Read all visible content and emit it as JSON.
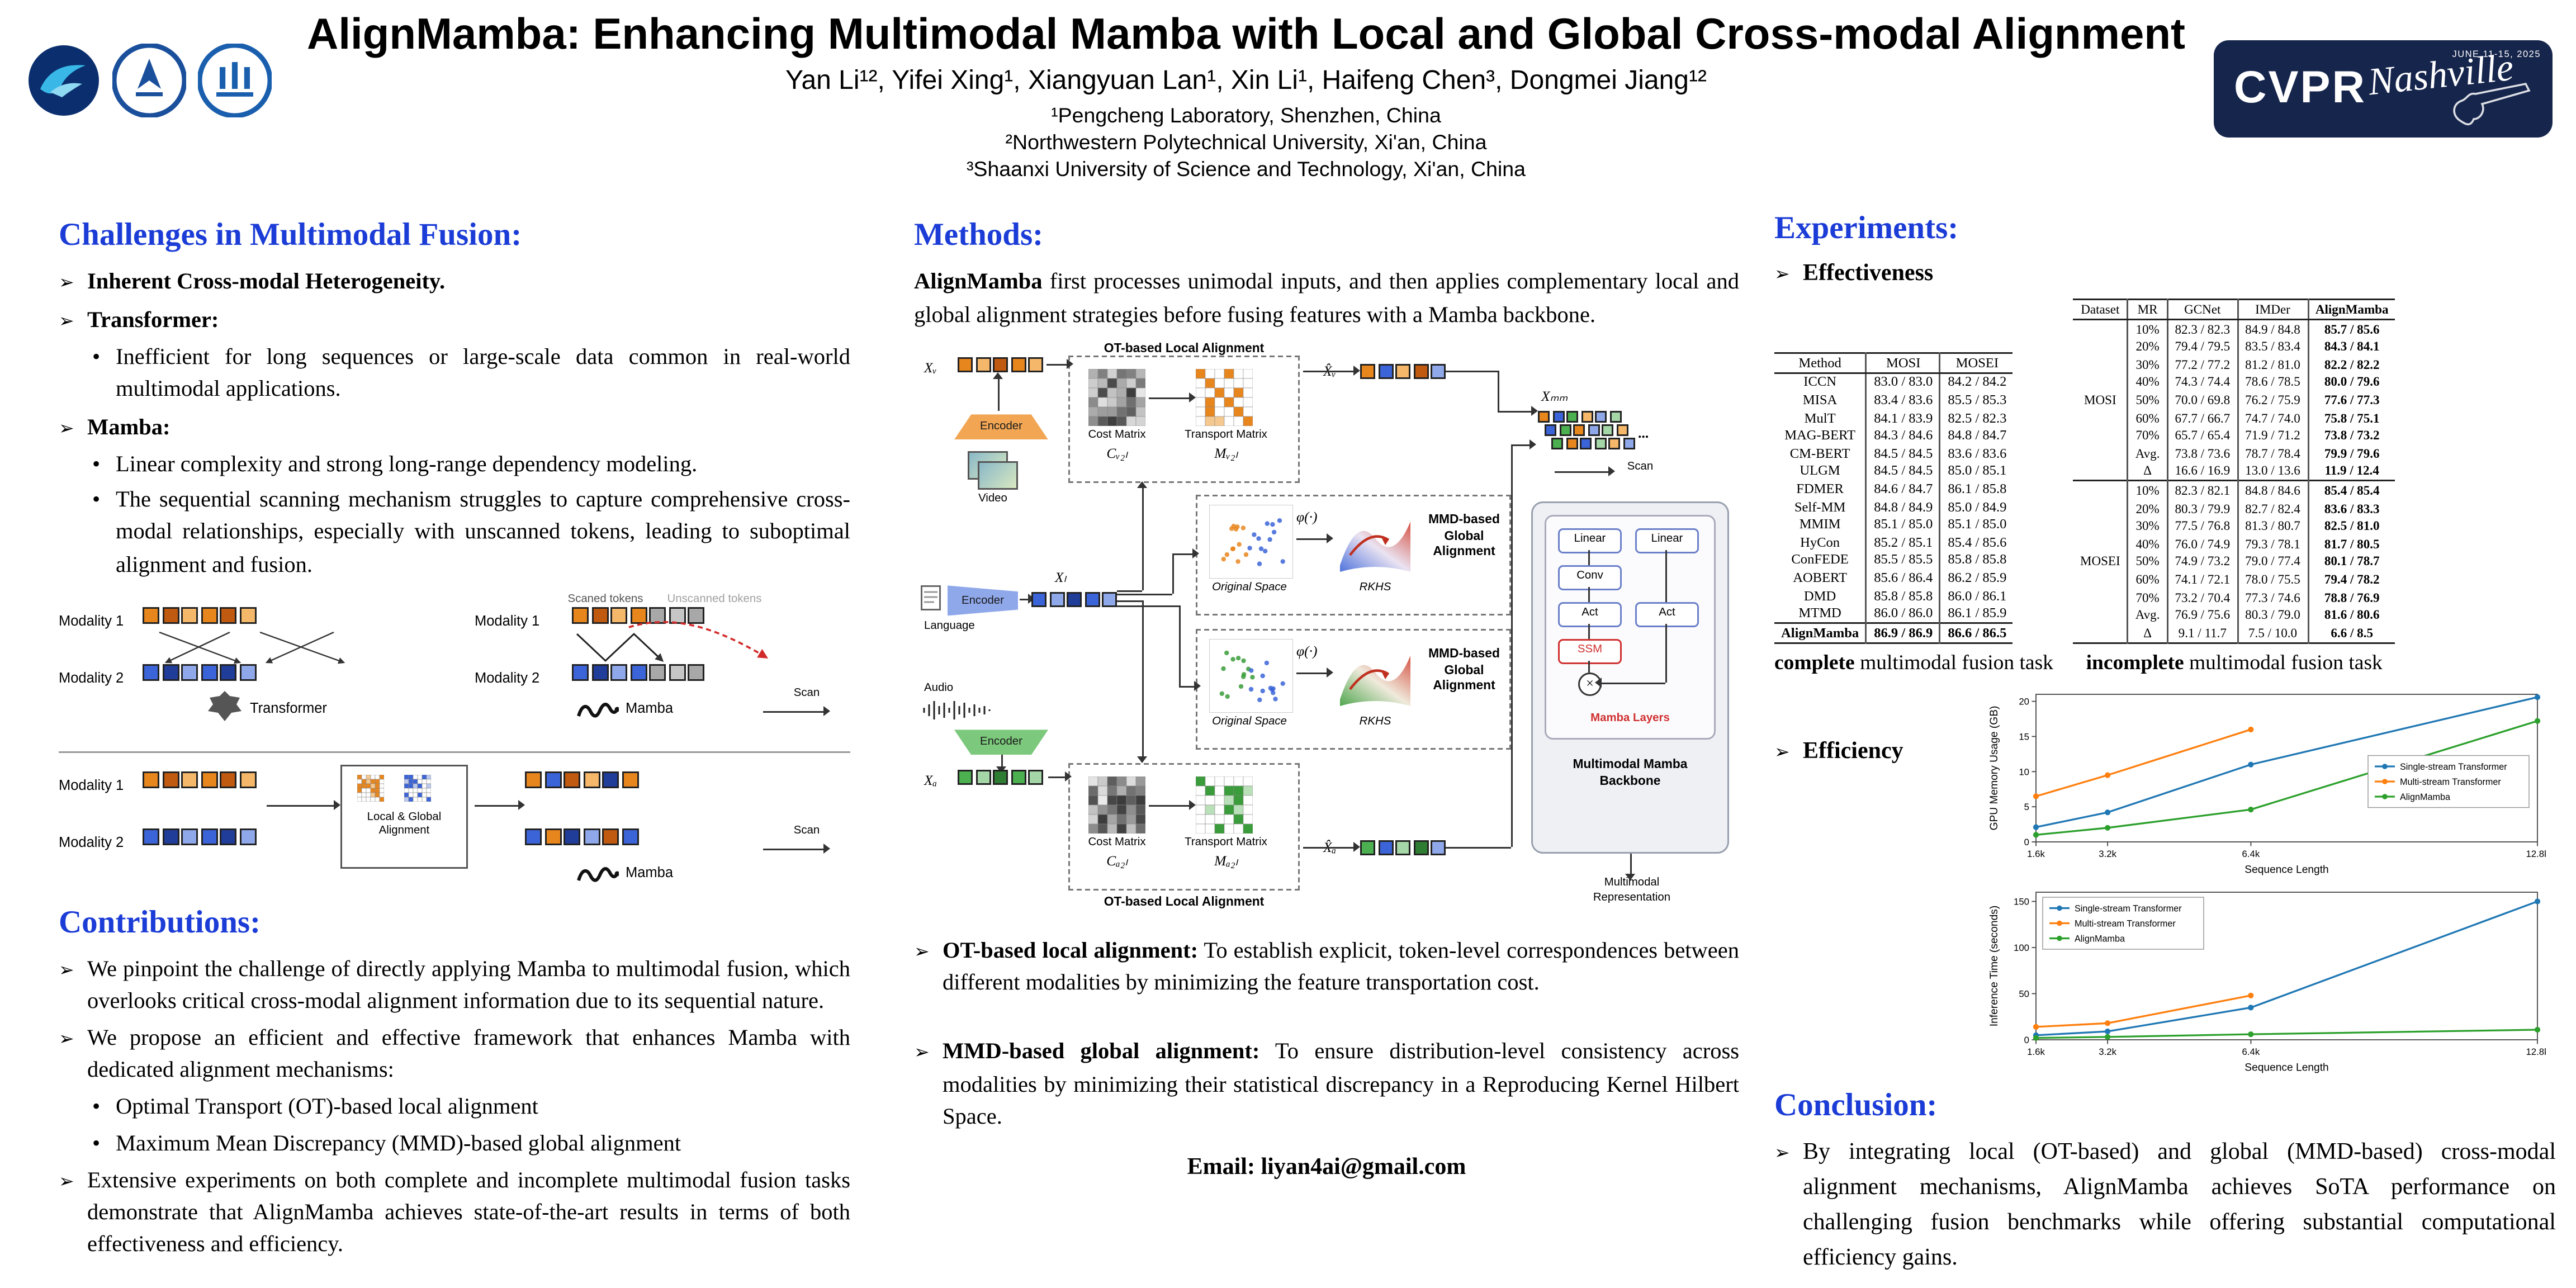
{
  "header": {
    "title": "AlignMamba: Enhancing Multimodal Mamba with Local and Global Cross-modal Alignment",
    "authors": "Yan Li¹², Yifei Xing¹, Xiangyuan Lan¹, Xin Li¹, Haifeng Chen³, Dongmei Jiang¹²",
    "affiliations": [
      "¹Pengcheng Laboratory, Shenzhen, China",
      "²Northwestern Polytechnical University, Xi'an, China",
      "³Shaanxi University of Science and Technology, Xi'an, China"
    ],
    "conference": {
      "name": "CVPR",
      "city": "Nashville",
      "dates": "JUNE 11-15, 2025"
    },
    "logos": [
      "pengcheng-lab-logo",
      "npu-logo",
      "sust-logo"
    ]
  },
  "left": {
    "heading": "Challenges in Multimodal Fusion:",
    "items": [
      {
        "bold": "Inherent Cross-modal Heterogeneity."
      },
      {
        "bold": "Transformer:",
        "subs": [
          "Inefficient for long sequences or large-scale data common in real-world multimodal applications."
        ]
      },
      {
        "bold": "Mamba:",
        "subs": [
          "Linear complexity and strong long-range dependency modeling.",
          "The sequential scanning mechanism struggles to capture comprehensive cross-modal relationships, especially with unscanned tokens, leading to suboptimal alignment and fusion."
        ]
      }
    ],
    "figure": {
      "modality1": "Modality 1",
      "modality2": "Modality 2",
      "transformer": "Transformer",
      "mamba": "Mamba",
      "scan": "Scan",
      "scanned": "Scaned tokens",
      "unscanned": "Unscanned tokens",
      "alignment_box": "Local & Global Alignment"
    },
    "contributions_heading": "Contributions:",
    "contributions": [
      {
        "text": "We pinpoint the challenge of directly applying Mamba to multimodal fusion, which overlooks critical cross-modal alignment information due to its sequential nature."
      },
      {
        "text": "We propose an efficient and effective framework that enhances Mamba with dedicated alignment mechanisms:",
        "subs": [
          "Optimal Transport (OT)-based local alignment",
          "Maximum Mean Discrepancy (MMD)-based global alignment"
        ]
      },
      {
        "text": "Extensive experiments on both complete and incomplete multimodal fusion tasks demonstrate that AlignMamba achieves state-of-the-art results in terms of both effectiveness and efficiency."
      }
    ]
  },
  "middle": {
    "heading": "Methods:",
    "intro_bold": "AlignMamba",
    "intro_text": " first processes unimodal inputs, and then applies complementary local and global alignment strategies before fusing features with a Mamba backbone.",
    "figure": {
      "ot_title": "OT-based Local Alignment",
      "cost_matrix": "Cost Matrix",
      "transport_matrix": "Transport Matrix",
      "c_v2l": "Cᵥ₂ₗ",
      "m_v2l": "Mᵥ₂ₗ",
      "c_a2l": "Cₐ₂ₗ",
      "m_a2l": "Mₐ₂ₗ",
      "encoder": "Encoder",
      "video": "Video",
      "language": "Language",
      "audio": "Audio",
      "x_v": "Xᵥ",
      "x_l": "Xₗ",
      "x_a": "Xₐ",
      "xhat_v": "X̂ᵥ",
      "xhat_a": "X̂ₐ",
      "x_mm": "Xₘₘ",
      "phi": "φ(·)",
      "original_space": "Original Space",
      "rkhs": "RKHS",
      "mmd_title": "MMD-based Global Alignment",
      "scan": "Scan",
      "linear": "Linear",
      "conv": "Conv",
      "act": "Act",
      "ssm": "SSM",
      "mamba_layers": "Mamba Layers",
      "backbone": "Multimodal Mamba Backbone",
      "representation": "Multimodal Representation",
      "dots": "..."
    },
    "bullet_ot_bold": "OT-based local alignment:",
    "bullet_ot_text": " To establish explicit, token-level correspondences between different modalities by minimizing the feature transportation cost.",
    "bullet_mmd_bold": "MMD-based global alignment:",
    "bullet_mmd_text": " To ensure distribution-level consistency across modalities by minimizing their statistical discrepancy in a Reproducing Kernel Hilbert Space.",
    "email": "Email: liyan4ai@gmail.com"
  },
  "right": {
    "heading": "Experiments:",
    "effectiveness": "Effectiveness",
    "efficiency": "Efficiency",
    "table_complete": {
      "headers": [
        "Method",
        "MOSI",
        "MOSEI"
      ],
      "rows": [
        [
          "ICCN",
          "83.0 / 83.0",
          "84.2 / 84.2"
        ],
        [
          "MISA",
          "83.4 / 83.6",
          "85.5 / 85.3"
        ],
        [
          "MulT",
          "84.1 / 83.9",
          "82.5 / 82.3"
        ],
        [
          "MAG-BERT",
          "84.3 / 84.6",
          "84.8 / 84.7"
        ],
        [
          "CM-BERT",
          "84.5 / 84.5",
          "83.6 / 83.6"
        ],
        [
          "ULGM",
          "84.5 / 84.5",
          "85.0 / 85.1"
        ],
        [
          "FDMER",
          "84.6 / 84.7",
          "86.1 / 85.8"
        ],
        [
          "Self-MM",
          "84.8 / 84.9",
          "85.0 / 84.9"
        ],
        [
          "MMIM",
          "85.1 / 85.0",
          "85.1 / 85.0"
        ],
        [
          "HyCon",
          "85.2 / 85.1",
          "85.4 / 85.6"
        ],
        [
          "ConFEDE",
          "85.5 / 85.5",
          "85.8 / 85.8"
        ],
        [
          "AOBERT",
          "85.6 / 86.4",
          "86.2 / 85.9"
        ],
        [
          "DMD",
          "85.8 / 85.8",
          "86.0 / 86.1"
        ],
        [
          "MTMD",
          "86.0 / 86.0",
          "86.1 / 85.9"
        ],
        [
          "AlignMamba",
          "86.9 / 86.9",
          "86.6 / 86.5"
        ]
      ],
      "bold_row": "AlignMamba"
    },
    "table_incomplete": {
      "headers": [
        "Dataset",
        "MR",
        "GCNet",
        "IMDer",
        "AlignMamba"
      ],
      "bold_last_col": true,
      "groups": [
        {
          "name": "MOSI",
          "rows": [
            [
              "10%",
              "82.3 / 82.3",
              "84.9 / 84.8",
              "85.7 / 85.6"
            ],
            [
              "20%",
              "79.4 / 79.5",
              "83.5 / 83.4",
              "84.3 / 84.1"
            ],
            [
              "30%",
              "77.2 / 77.2",
              "81.2 / 81.0",
              "82.2 / 82.2"
            ],
            [
              "40%",
              "74.3 / 74.4",
              "78.6 / 78.5",
              "80.0 / 79.6"
            ],
            [
              "50%",
              "70.0 / 69.8",
              "76.2 / 75.9",
              "77.6 / 77.3"
            ],
            [
              "60%",
              "67.7 / 66.7",
              "74.7 / 74.0",
              "75.8 / 75.1"
            ],
            [
              "70%",
              "65.7 / 65.4",
              "71.9 / 71.2",
              "73.8 / 73.2"
            ],
            [
              "Avg.",
              "73.8 / 73.6",
              "78.7 / 78.4",
              "79.9 / 79.6"
            ],
            [
              "Δ",
              "16.6 / 16.9",
              "13.0 / 13.6",
              "11.9 / 12.4"
            ]
          ]
        },
        {
          "name": "MOSEI",
          "rows": [
            [
              "10%",
              "82.3 / 82.1",
              "84.8 / 84.6",
              "85.4 / 85.4"
            ],
            [
              "20%",
              "80.3 / 79.9",
              "82.7 / 82.4",
              "83.6 / 83.3"
            ],
            [
              "30%",
              "77.5 / 76.8",
              "81.3 / 80.7",
              "82.5 / 81.0"
            ],
            [
              "40%",
              "76.0 / 74.9",
              "79.3 / 78.1",
              "81.7 / 80.5"
            ],
            [
              "50%",
              "74.9 / 73.2",
              "79.0 / 77.4",
              "80.1 / 78.7"
            ],
            [
              "60%",
              "74.1 / 72.1",
              "78.0 / 75.5",
              "79.4 / 78.2"
            ],
            [
              "70%",
              "73.2 / 70.4",
              "77.3 / 74.6",
              "78.8 / 76.9"
            ],
            [
              "Avg.",
              "76.9 / 75.6",
              "80.3 / 79.0",
              "81.6 / 80.6"
            ],
            [
              "Δ",
              "9.1 / 11.7",
              "7.5 / 10.0",
              "6.6 / 8.5"
            ]
          ]
        }
      ]
    },
    "caption_complete_bold": "complete",
    "caption_complete_text": " multimodal fusion task",
    "caption_incomplete_bold": "incomplete",
    "caption_incomplete_text": " multimodal fusion task",
    "conclusion_heading": "Conclusion:",
    "conclusion": "By integrating local (OT-based) and global (MMD-based) cross-modal alignment mechanisms, AlignMamba achieves SoTA performance on challenging fusion benchmarks while offering substantial computational efficiency gains."
  },
  "chart_data": [
    {
      "type": "line",
      "x": [
        1.6,
        3.2,
        6.4,
        12.8
      ],
      "x_labels": [
        "1.6k",
        "3.2k",
        "6.4k",
        "12.8k"
      ],
      "xlabel": "Sequence Length",
      "ylabel": "GPU Memory Usage (GB)",
      "ylim": [
        0,
        21
      ],
      "yticks": [
        0,
        5,
        10,
        15,
        20
      ],
      "legend_pos": "right",
      "series": [
        {
          "name": "Single-stream Transformer",
          "color": "#1f77b4",
          "values": [
            2.1,
            4.2,
            11.0,
            20.6
          ]
        },
        {
          "name": "Multi-stream Transformer",
          "color": "#ff7f0e",
          "values": [
            6.5,
            9.5,
            16.0,
            null
          ]
        },
        {
          "name": "AlignMamba",
          "color": "#2ca02c",
          "values": [
            1.0,
            2.0,
            4.6,
            17.2
          ]
        }
      ]
    },
    {
      "type": "line",
      "x": [
        1.6,
        3.2,
        6.4,
        12.8
      ],
      "x_labels": [
        "1.6k",
        "3.2k",
        "6.4k",
        "12.8k"
      ],
      "xlabel": "Sequence Length",
      "ylabel": "Inference Time (seconds)",
      "ylim": [
        0,
        160
      ],
      "yticks": [
        0,
        50,
        100,
        150
      ],
      "legend_pos": "top-left",
      "series": [
        {
          "name": "Single-stream Transformer",
          "color": "#1f77b4",
          "values": [
            5,
            9,
            35,
            150
          ]
        },
        {
          "name": "Multi-stream Transformer",
          "color": "#ff7f0e",
          "values": [
            14,
            18,
            48,
            null
          ]
        },
        {
          "name": "AlignMamba",
          "color": "#2ca02c",
          "values": [
            2,
            3,
            6,
            11
          ]
        }
      ]
    }
  ]
}
